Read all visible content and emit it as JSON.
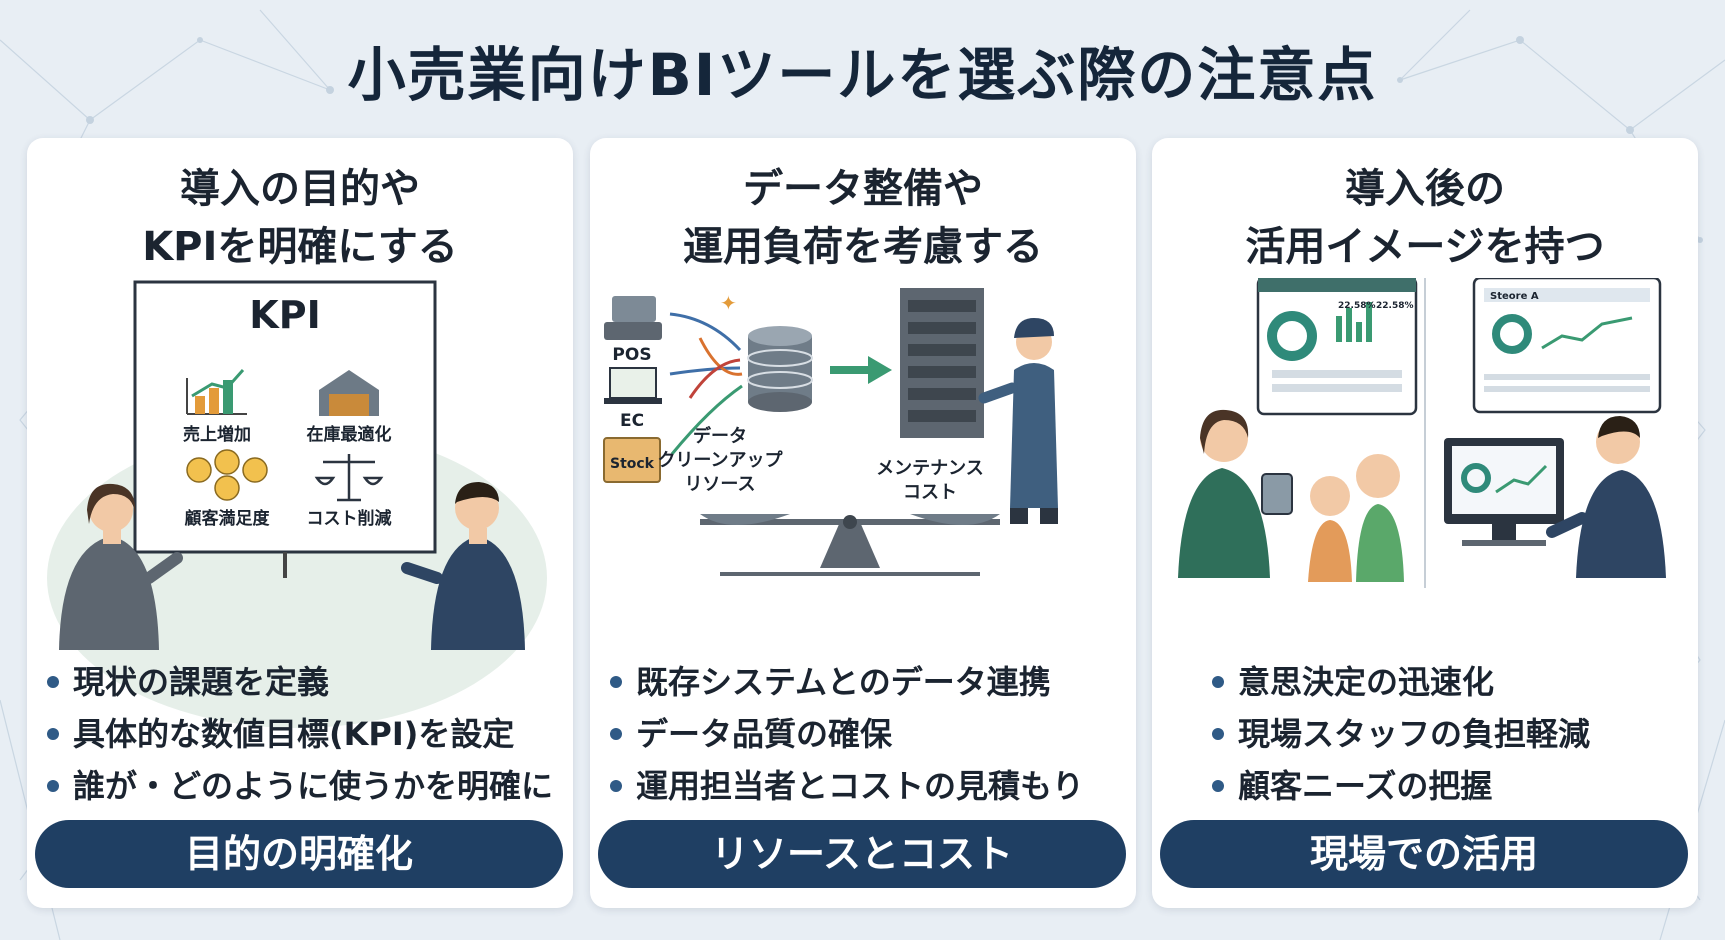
{
  "title": "小売業向けBIツールを選ぶ際の注意点",
  "cards": [
    {
      "heading_line1": "導入の目的や",
      "heading_line2": "KPIを明確にする",
      "board_title": "KPI",
      "board_items": [
        "売上増加",
        "在庫最適化",
        "顧客満足度",
        "コスト削減"
      ],
      "bullets": [
        "現状の課題を定義",
        "具体的な数値目標(KPI)を設定",
        "誰が・どのように使うかを明確に"
      ],
      "pill": "目的の明確化"
    },
    {
      "heading_line1": "データ整備や",
      "heading_line2": "運用負荷を考慮する",
      "sources": [
        "POS",
        "EC",
        "Stock"
      ],
      "left_label_line1": "データ",
      "left_label_line2": "クリーンアップ",
      "left_label_line3": "リソース",
      "right_label_line1": "メンテナンス",
      "right_label_line2": "コスト",
      "bullets": [
        "既存システムとのデータ連携",
        "データ品質の確保",
        "運用担当者とコストの見積もり"
      ],
      "pill": "リソースとコスト"
    },
    {
      "heading_line1": "導入後の",
      "heading_line2": "活用イメージを持つ",
      "screen_small_1": "22.58%",
      "screen_small_2": "22.58%",
      "screen_title": "Steore A",
      "bullets": [
        "意思決定の迅速化",
        "現場スタッフの負担軽減",
        "顧客ニーズの把握"
      ],
      "pill": "現場での活用"
    }
  ],
  "colors": {
    "navy": "#1f3f63",
    "accent_green": "#3a9a72",
    "bar_orange": "#e39b3a",
    "teal": "#2f8a7a"
  }
}
